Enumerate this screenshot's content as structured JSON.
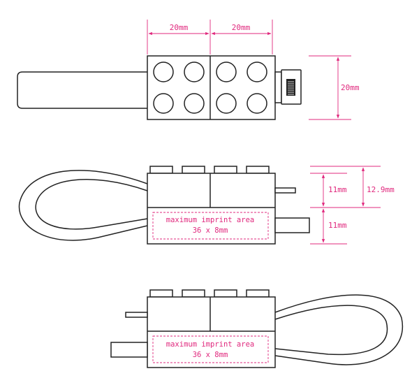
{
  "dimensions": {
    "top_width_left": "20mm",
    "top_width_right": "20mm",
    "top_height": "20mm",
    "side_upper_height": "11mm",
    "side_total_height": "12.9mm",
    "side_lower_height": "11mm"
  },
  "imprint": {
    "label": "maximum imprint area",
    "size": "36 x 8mm"
  },
  "colors": {
    "dimension": "#e0287d",
    "outline": "#222222"
  }
}
